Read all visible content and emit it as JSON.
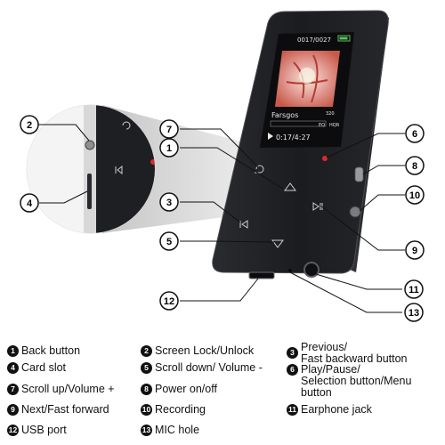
{
  "screen": {
    "track_counter": "0017/0027",
    "song_title": "Farsgos",
    "time": "0:17/4:27",
    "eq_label": "EQ",
    "mode_label": "HQR",
    "bitrate_label": "320"
  },
  "callouts": [
    "1",
    "2",
    "3",
    "4",
    "5",
    "6",
    "7",
    "8",
    "9",
    "10",
    "11",
    "12",
    "13"
  ],
  "legend": [
    {
      "num": "1",
      "text": "Back button"
    },
    {
      "num": "2",
      "text": "Screen Lock/Unlock"
    },
    {
      "num": "3",
      "text": "Previous/\nFast backward button"
    },
    {
      "num": "4",
      "text": "Card slot"
    },
    {
      "num": "5",
      "text": "Scroll down/ Volume -"
    },
    {
      "num": "6",
      "text": "Play/Pause/\nSelection button/Menu button"
    },
    {
      "num": "7",
      "text": "Scroll up/Volume +"
    },
    {
      "num": "8",
      "text": "Power on/off"
    },
    {
      "num": "9",
      "text": "Next/Fast forward"
    },
    {
      "num": "10",
      "text": "Recording"
    },
    {
      "num": "11",
      "text": "Earphone jack"
    },
    {
      "num": "12",
      "text": "USB port"
    },
    {
      "num": "13",
      "text": "MIC hole"
    }
  ],
  "colors": {
    "device_body": "#1e1f22",
    "device_edge": "#3a3b3f",
    "callout_fill": "#ffffff",
    "legend_badge": "#111111",
    "play_led": "#e0282a"
  }
}
